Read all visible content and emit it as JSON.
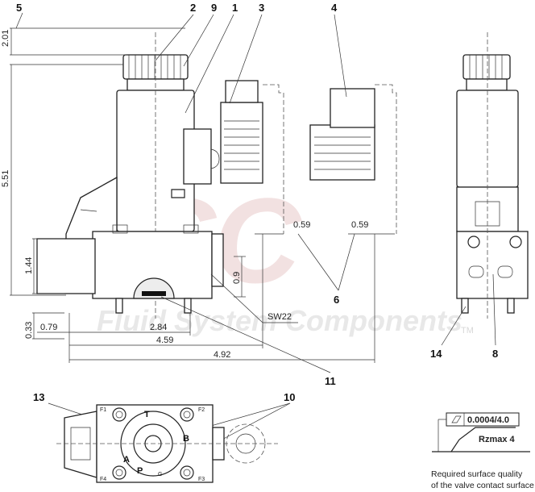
{
  "watermark": {
    "logo": "FSC",
    "text": "Fluid System Components",
    "tm": "TM"
  },
  "callouts": {
    "c1": "1",
    "c2": "2",
    "c3": "3",
    "c4": "4",
    "c5": "5",
    "c6": "6",
    "c8": "8",
    "c9": "9",
    "c10": "10",
    "c11": "11",
    "c13": "13",
    "c14": "14"
  },
  "dimensions": {
    "d201": "2.01",
    "d551": "5.51",
    "d144": "1.44",
    "d033": "0.33",
    "d09": "0.9",
    "d079": "0.79",
    "d284": "2.84",
    "d459": "4.59",
    "d492": "4.92",
    "d059a": "0.59",
    "d059b": "0.59",
    "sw22": "SW22"
  },
  "ports": {
    "T": "T",
    "A": "A",
    "P": "P",
    "B": "B",
    "G": "G",
    "F1": "F1",
    "F2": "F2",
    "F3": "F3",
    "F4": "F4"
  },
  "surface": {
    "flatness": "0.0004/4.0",
    "roughness": "Rzmax  4",
    "caption_line1": "Required surface quality",
    "caption_line2": "of the valve contact surface"
  }
}
